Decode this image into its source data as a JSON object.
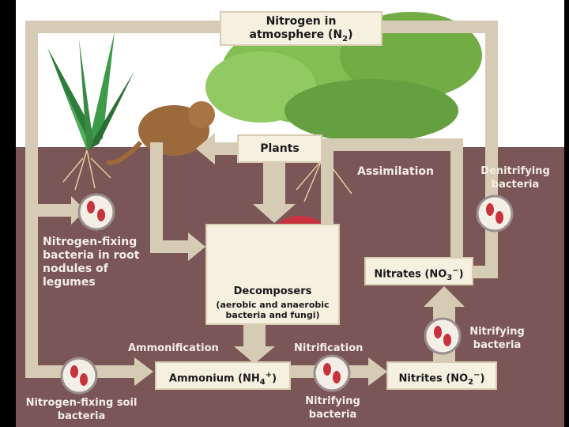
{
  "boxes": {
    "atmosphere": "Nitrogen in atmosphere (N",
    "atmosphere_sub": "2",
    "atmosphere_close": ")",
    "plants": "Plants",
    "decomposers_title": "Decomposers",
    "decomposers_note": "(aerobic and anaerobic bacteria and fungi)",
    "nitrates": "Nitrates (NO",
    "nitrates_sub": "3",
    "nitrates_sup": "−",
    "nitrates_close": ")",
    "ammonium": "Ammonium (NH",
    "ammonium_sub": "4",
    "ammonium_sup": "+",
    "ammonium_close": ")",
    "nitrites": "Nitrites (NO",
    "nitrites_sub": "2",
    "nitrites_sup": "−",
    "nitrites_close": ")"
  },
  "labels": {
    "assimilation": "Assimilation",
    "denitrifying": "Denitrifying bacteria",
    "nfix_root": "Nitrogen-fixing bacteria in root nodules of legumes",
    "ammonification": "Ammonification",
    "nitrification": "Nitrification",
    "nitrifying_right": "Nitrifying bacteria",
    "nfix_soil": "Nitrogen-fixing soil bacteria",
    "nitrifying_bottom": "Nitrifying bacteria"
  },
  "colors": {
    "sky": "#ffffff",
    "soil": "#7a5656",
    "arrow": "#d6ccb6",
    "box_fill": "#f6f0e0",
    "bacteria": "#c8323c"
  }
}
